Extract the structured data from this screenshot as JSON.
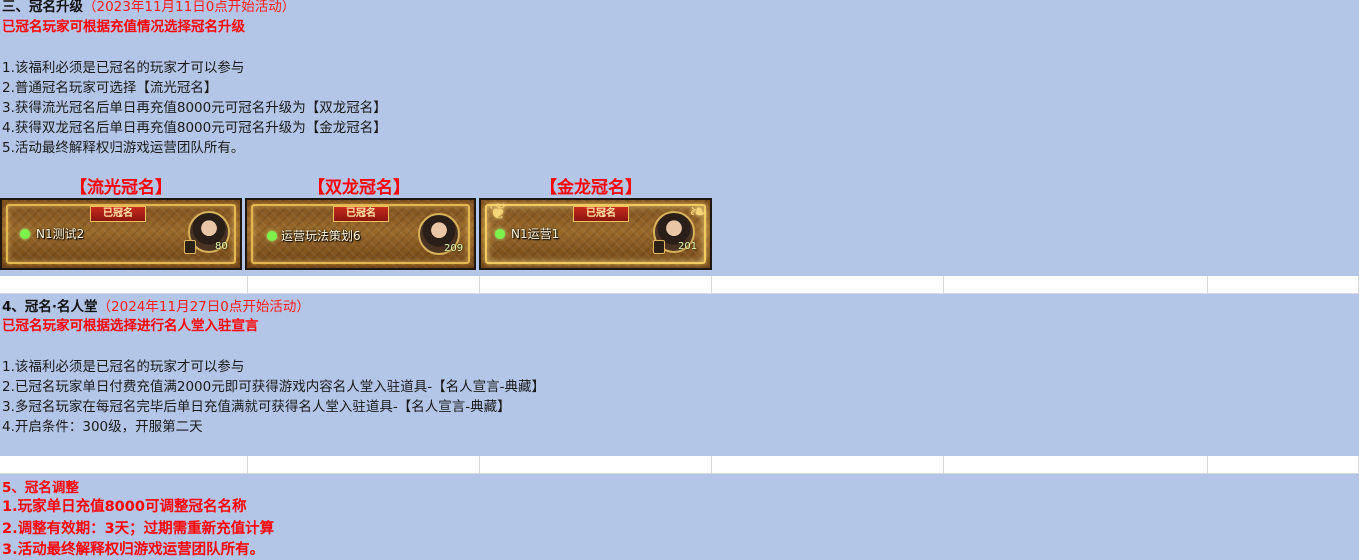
{
  "section3": {
    "title": "三、冠名升级",
    "date": "（2023年11月11日0点开始活动）",
    "subtitle": "已冠名玩家可根据充值情况选择冠名升级",
    "rules": [
      "1.该福利必须是已冠名的玩家才可以参与",
      "2.普通冠名玩家可选择【流光冠名】",
      "3.获得流光冠名后单日再充值8000元可冠名升级为【双龙冠名】",
      "4.获得双龙冠名后单日再充值8000元可冠名升级为【金龙冠名】",
      "5.活动最终解释权归游戏运营团队所有。"
    ],
    "banners": [
      {
        "heading": "【流光冠名】",
        "ribbon": "已冠名",
        "player": "N1测试2",
        "level": "80"
      },
      {
        "heading": "【双龙冠名】",
        "ribbon": "已冠名",
        "player": "运营玩法策划6",
        "level": "209"
      },
      {
        "heading": "【金龙冠名】",
        "ribbon": "已冠名",
        "player": "N1运营1",
        "level": "201"
      }
    ]
  },
  "section4": {
    "title": "4、冠名·名人堂",
    "date": "（2024年11月27日0点开始活动）",
    "subtitle": "已冠名玩家可根据选择进行名人堂入驻宣言",
    "rules": [
      "1.该福利必须是已冠名的玩家才可以参与",
      "2.已冠名玩家单日付费充值满2000元即可获得游戏内容名人堂入驻道具-【名人宣言-典藏】",
      "3.多冠名玩家在每冠名完毕后单日充值满就可获得名人堂入驻道具-【名人宣言-典藏】",
      "4.开启条件：300级，开服第二天"
    ]
  },
  "section5": {
    "title": "5、冠名调整",
    "rules": [
      "1.玩家单日充值8000可调整冠名名称",
      "2.调整有效期：3天；过期需重新充值计算",
      "3.活动最终解释权归游戏运营团队所有。"
    ]
  },
  "colors": {
    "sheet_fill": "#b4c6e7",
    "accent_red": "#ff0000",
    "banner_gold": "#e3b850"
  }
}
